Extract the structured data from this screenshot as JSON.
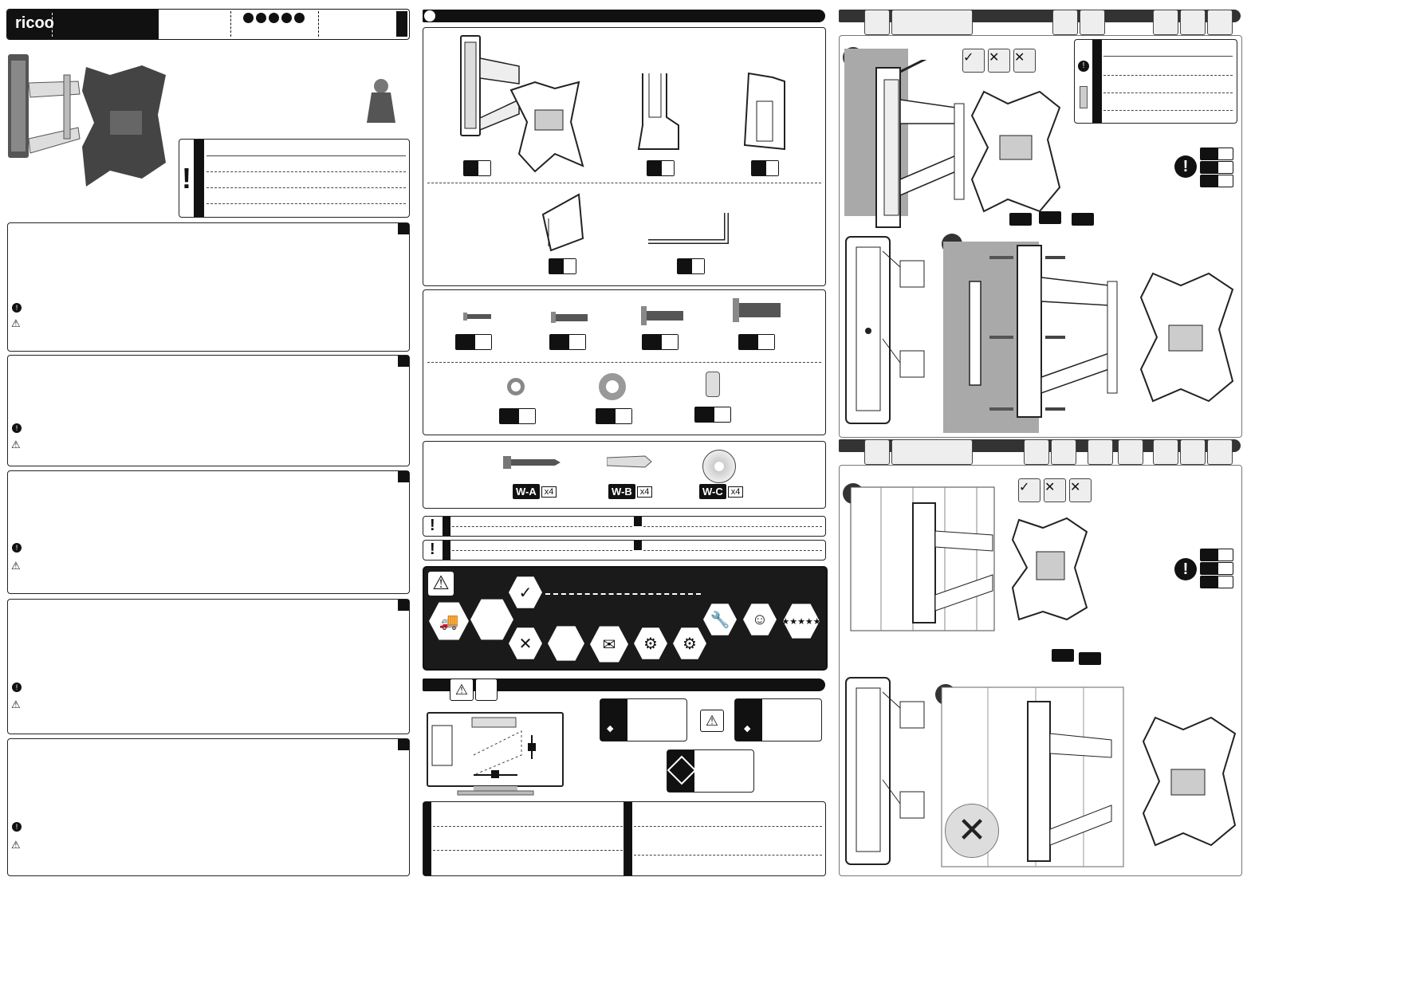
{
  "brand": {
    "logo_text": "ricoo"
  },
  "header": {
    "rating_dots": 5,
    "rating_of": 5
  },
  "symbols": {
    "info": "!",
    "warning": "⚠",
    "check": "✓",
    "cross": "✕"
  },
  "hardware": [
    {
      "code": "W-A",
      "qty": "x4"
    },
    {
      "code": "W-B",
      "qty": "x4"
    },
    {
      "code": "W-C",
      "qty": "x4"
    }
  ],
  "icons": [
    "logo-icon",
    "exclamation-icon",
    "info-icon",
    "warning-icon",
    "check-icon",
    "cross-icon",
    "hexagon-icon",
    "wrench-icon",
    "star-rating-icon",
    "tv-screen-icon",
    "level-icon",
    "drill-icon",
    "pencil-icon",
    "hammer-icon"
  ],
  "colors": {
    "ink": "#111111",
    "paper": "#ffffff",
    "wall": "#a9a9a9"
  }
}
